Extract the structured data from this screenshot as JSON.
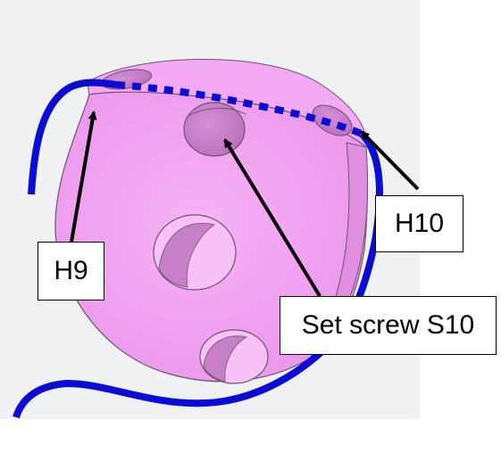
{
  "labels": {
    "h9": "H9",
    "h10": "H10",
    "set_screw": "Set screw S10"
  },
  "colors": {
    "cylinder_body": "#f2a2f2",
    "cylinder_shadow": "#d98bd9",
    "cylinder_edge": "#6a556a",
    "hole_inner": "#c77fc7",
    "wire": "#0b0bd6",
    "arrow": "#000000",
    "background_panel": "#f0f1f3"
  },
  "icons": {
    "leader_arrows": "arrow-icon",
    "wire": "wire-path"
  }
}
